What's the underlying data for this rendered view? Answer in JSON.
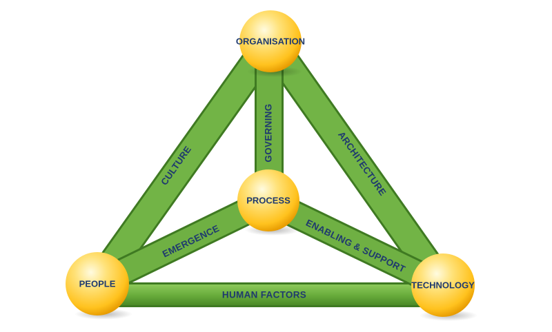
{
  "diagram": {
    "nodes": {
      "organisation": "ORGANISATION",
      "process": "PROCESS",
      "people": "PEOPLE",
      "technology": "TECHNOLOGY"
    },
    "edges": {
      "culture": "CULTURE",
      "governing": "GOVERNING",
      "architecture": "ARCHITECTURE",
      "emergence": "EMERGENCE",
      "enabling_support": "ENABLING & SUPPORT",
      "human_factors": "HUMAN FACTORS"
    },
    "colors": {
      "bar": "#6fb043",
      "bar_edge": "#3f7a22",
      "node": "#ffc933",
      "text": "#1f3a6e"
    }
  }
}
